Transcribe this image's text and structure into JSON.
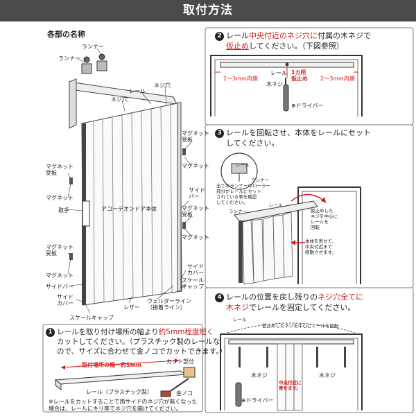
{
  "title": "取付方法",
  "parts": {
    "heading": "各部の名称",
    "runner_top": "ランナー",
    "runner": "ランナー",
    "screw_hole_1": "ネジ穴",
    "rail": "レール",
    "screw_hole_2": "ネジ穴",
    "magnet_receiver_1": "マグネット\n受板",
    "magnet_1": "マグネット",
    "magnet_receiver_left": "マグネット\n受板",
    "magnet_left": "マグネット",
    "handle": "取手",
    "accordion_body": "アコーデオンドア本体",
    "side_bar_right": "サイド\nバー",
    "magnet_receiver_2": "マグネット\n受板",
    "magnet_2": "マグネット",
    "magnet_receiver_left2": "マグネット\n受板",
    "magnet_left2": "マグネット",
    "side_bar_left": "サイドバー",
    "side_cover_left": "サイド\nカバー",
    "welder_line": "ウェルダーライン\n（接着ライン）",
    "side_cover_right": "サイド\nカバー",
    "scale_cap_right": "スケール\nキャップ",
    "leather": "レザー",
    "scale_cap_bottom": "スケールキャップ"
  },
  "step1": {
    "num": "1",
    "line1_a": "レールを取り付け場所の幅より",
    "line1_b": "約5mm程度短く",
    "line2": "カットしてください。（プラスチック製のレールな",
    "line3": "ので、サイズに合わせて金ノコでカットできます。）",
    "width_label": "取付場所の幅－約5mm",
    "cut_label": "カット部分",
    "rail_label": "レール（プラスチック製）",
    "saw_label": "金ノコ",
    "note1": "※レールをカットすることで両サイドのネジ穴が無くなった",
    "note2": "場合は、レールにキリ等でネジ穴を開けてください。"
  },
  "step2": {
    "num": "2",
    "line1_a": "レール",
    "line1_b": "中央付近のネジ穴に",
    "line1_c": "付属の木ネジで",
    "line2_a": "仮止め",
    "line2_b": "してください。（下図参照）",
    "rail": "レール",
    "wood_screw": "木ネジ",
    "center": "1カ所\n仮止め",
    "gap_left": "2～3mm内側",
    "gap_right": "2～3mm内側",
    "driver": "⊕ドライバー"
  },
  "step3": {
    "num": "3",
    "line1": "レールを回転させ、本体をレールにセット",
    "line2": "してください。",
    "rail": "レール",
    "runner_inset": "ランナー",
    "inset_note": "全てのランナーのローラー\n部分がレールにセット\nされている事を確認\nしてください。",
    "runner": "ランナー",
    "rotate_note": "仮止めした\nネジを中心に\nレールを\n回転",
    "move_note": "本体を寄せて、\n中央付近まで\n移動させます。"
  },
  "step4": {
    "num": "4",
    "line1_a": "レールの位置を戻し残りの",
    "line1_b": "ネジ穴全てに",
    "line2_a": "木ネジ",
    "line2_b": "でレールを固定してください。",
    "rail": "レール",
    "rotate_note": "仮止めしたネジを中心にレールを回転",
    "wood_screw_left": "木ネジ",
    "wood_screw_right": "木ネジ",
    "center_note": "中央付近に\n寄せます。",
    "driver": "⊕ドライバー"
  }
}
